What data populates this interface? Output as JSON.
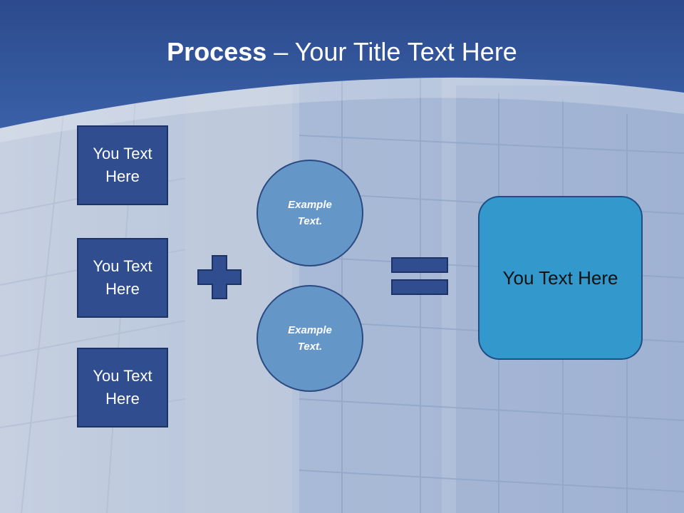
{
  "slide": {
    "title_bold": "Process",
    "title_dash": " – ",
    "title_rest": "Your Title Text Here",
    "inputs": [
      "You Text Here",
      "You Text Here",
      "You Text Here"
    ],
    "circles": [
      "Example Text.",
      "Example Text."
    ],
    "result": "You Text Here"
  },
  "icons": {
    "operator_1": "plus-icon",
    "operator_2": "equals-icon"
  },
  "colors": {
    "header": "#2f4f93",
    "box_fill": "#2f4d8f",
    "circle_fill": "#6497c8",
    "result_fill": "#3399cc"
  }
}
